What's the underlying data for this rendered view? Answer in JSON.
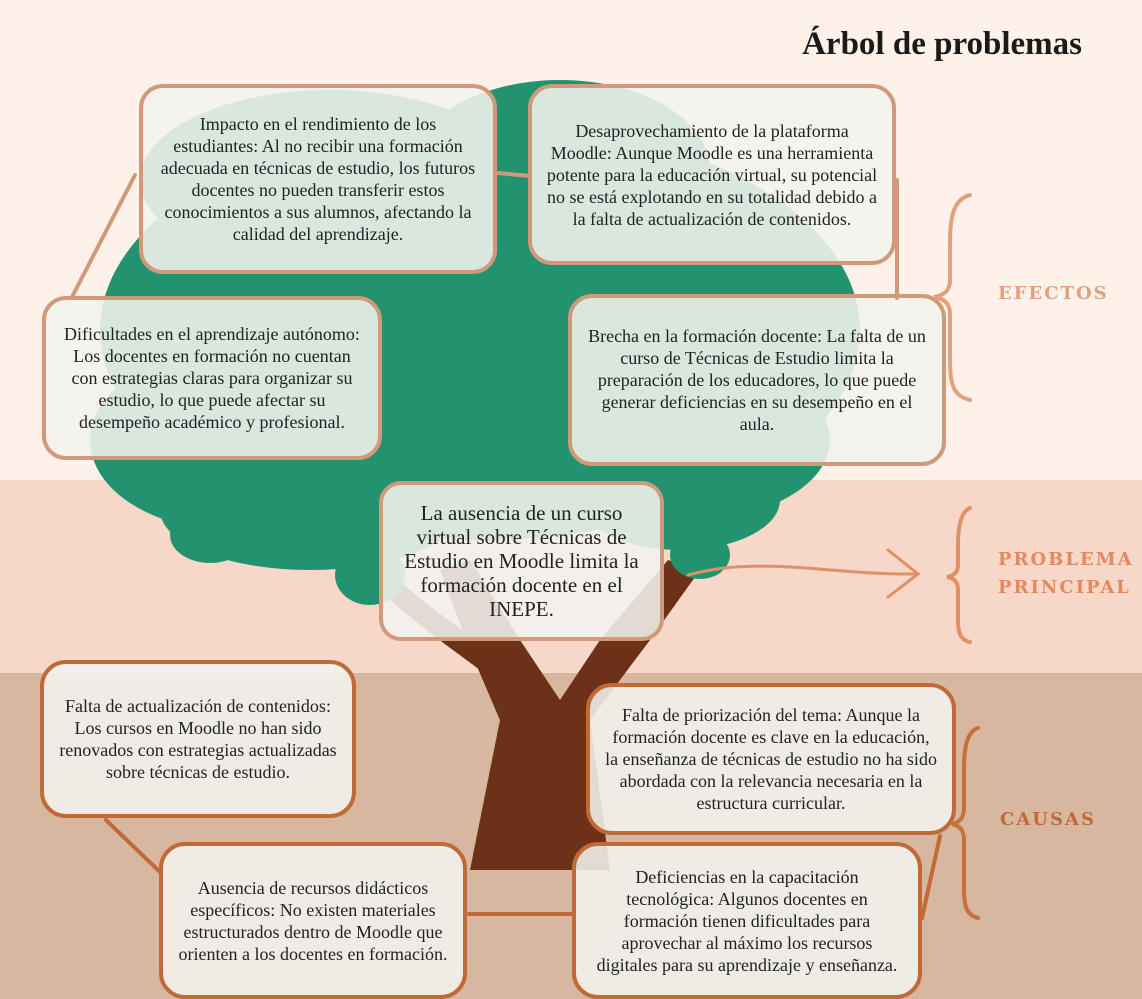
{
  "title": "Árbol de problemas",
  "labels": {
    "effects": "EFECTOS",
    "main_problem_line1": "PROBLEMA",
    "main_problem_line2": "PRINCIPAL",
    "causes": "CAUSAS"
  },
  "effects": [
    {
      "text": "Impacto en el rendimiento de los estudiantes: Al no recibir una formación adecuada en técnicas de estudio, los futuros docentes no pueden transferir estos conocimientos a sus alumnos, afectando la calidad del aprendizaje."
    },
    {
      "text": "Desaprovechamiento de la plataforma Moodle: Aunque Moodle es una herramienta potente para la educación virtual, su potencial no se está explotando en su totalidad debido a la falta de actualización de contenidos."
    },
    {
      "text": "Dificultades en el aprendizaje autónomo: Los docentes en formación no cuentan con estrategias claras para organizar su estudio, lo que puede afectar su desempeño académico y profesional."
    },
    {
      "text": "Brecha en la formación docente: La falta de un curso de Técnicas de Estudio limita la preparación de los educadores, lo que puede generar deficiencias en su desempeño en el aula."
    }
  ],
  "main_problem": "La ausencia de un curso virtual sobre Técnicas de Estudio en Moodle limita la formación docente en el INEPE.",
  "causes": [
    {
      "text": "Falta de actualización de contenidos: Los cursos en Moodle no han sido renovados con estrategias actualizadas sobre técnicas de estudio."
    },
    {
      "text": "Falta de priorización del tema: Aunque la formación docente es clave en la educación, la enseñanza de técnicas de estudio no ha sido abordada con la relevancia necesaria en la estructura curricular."
    },
    {
      "text": "Ausencia de recursos didácticos específicos: No existen materiales estructurados dentro de Moodle que orienten a los docentes en formación."
    },
    {
      "text": "Deficiencias en la capacitación tecnológica: Algunos docentes en formación tienen dificultades para aprovechar al máximo los recursos digitales para su aprendizaje y enseñanza."
    }
  ],
  "colors": {
    "effects_label": "#e0a27e",
    "main_label": "#e28a5c",
    "causes_label": "#c2693a",
    "foliage": "#23936f",
    "trunk": "#6b3218",
    "effects_bracket": "#e0a27e",
    "main_bracket": "#e09068",
    "causes_bracket": "#c6703f"
  }
}
